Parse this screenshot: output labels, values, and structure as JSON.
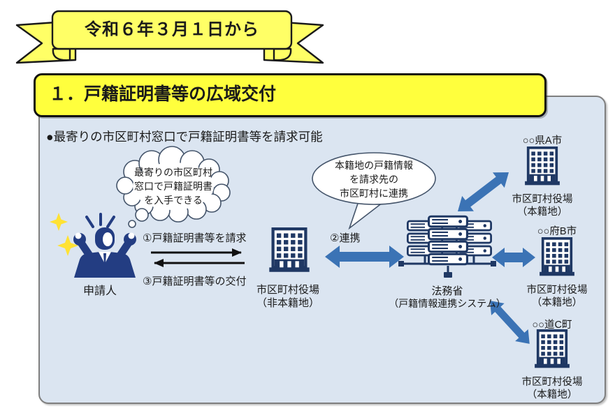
{
  "banner": {
    "text": "令和６年３月１日から"
  },
  "section": {
    "title": "１．戸籍証明書等の広域交付",
    "bullet": "●最寄りの市区町村窓口で戸籍証明書等を請求可能"
  },
  "thought_bubble": {
    "line1": "最寄りの市区町村",
    "line2": "窓口で戸籍証明書",
    "line3": "を入手できる"
  },
  "speech_bubble": {
    "line1": "本籍地の戸籍情報",
    "line2": "を請求先の",
    "line3": "市区町村に連携"
  },
  "applicant": {
    "label": "申請人"
  },
  "flow": {
    "request_label": "①戸籍証明書等を請求",
    "issue_label": "③戸籍証明書等の交付",
    "link_label": "②連携"
  },
  "local_office": {
    "name": "市区町村役場",
    "note": "（非本籍地）"
  },
  "moj": {
    "name": "法務省",
    "note": "（戸籍情報連携システム）"
  },
  "registered_offices": [
    {
      "city": "○○県A市",
      "name": "市区町村役場",
      "note": "（本籍地）"
    },
    {
      "city": "○○府B市",
      "name": "市区町村役場",
      "note": "（本籍地）"
    },
    {
      "city": "○○道C町",
      "name": "市区町村役場",
      "note": "（本籍地）"
    }
  ],
  "colors": {
    "ribbon_fill": "#ffff66",
    "title_fill": "#ffff3d",
    "panel_bg": "#dbe5f1",
    "panel_border": "#7f7f7f",
    "icon_navy": "#1f3864",
    "person_navy": "#233d82",
    "arrow_blue": "#3b73b5",
    "sparkle_yellow": "#ffe234",
    "bubble_stroke": "#44546a",
    "ink": "#1a1a1a"
  }
}
